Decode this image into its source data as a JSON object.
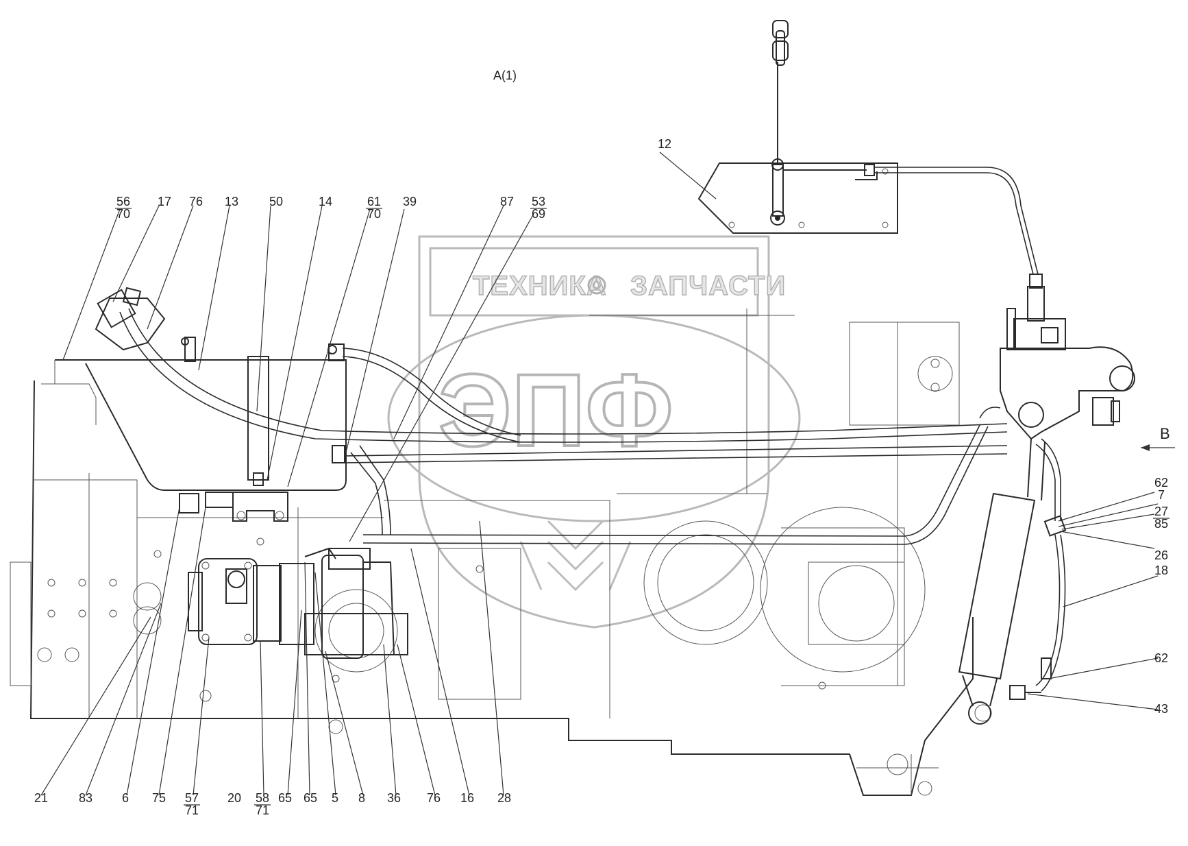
{
  "view_label": "А(1)",
  "direction_label": "В",
  "watermark": {
    "left": "ТЕХНИКА",
    "right": "ЗАПЧАСТИ",
    "big": "ЭПФ"
  },
  "callouts": {
    "c56_70": {
      "top": "56",
      "bottom": "70"
    },
    "c17": "17",
    "c76a": "76",
    "c13": "13",
    "c50": "50",
    "c14": "14",
    "c61_70": {
      "top": "61",
      "bottom": "70"
    },
    "c39": "39",
    "c87": "87",
    "c53_69": {
      "top": "53",
      "bottom": "69"
    },
    "c12": "12",
    "c62a": "62",
    "c7": "7",
    "c27": "27",
    "c85": "85",
    "c26": "26",
    "c18": "18",
    "c62b": "62",
    "c43": "43",
    "c21": "21",
    "c83": "83",
    "c6": "6",
    "c75": "75",
    "c57_71": {
      "top": "57",
      "bottom": "71"
    },
    "c20": "20",
    "c58_71": {
      "top": "58",
      "bottom": "71"
    },
    "c65a": "65",
    "c65b": "65",
    "c5": "5",
    "c8": "8",
    "c36": "36",
    "c76b": "76",
    "c16": "16",
    "c28": "28"
  }
}
